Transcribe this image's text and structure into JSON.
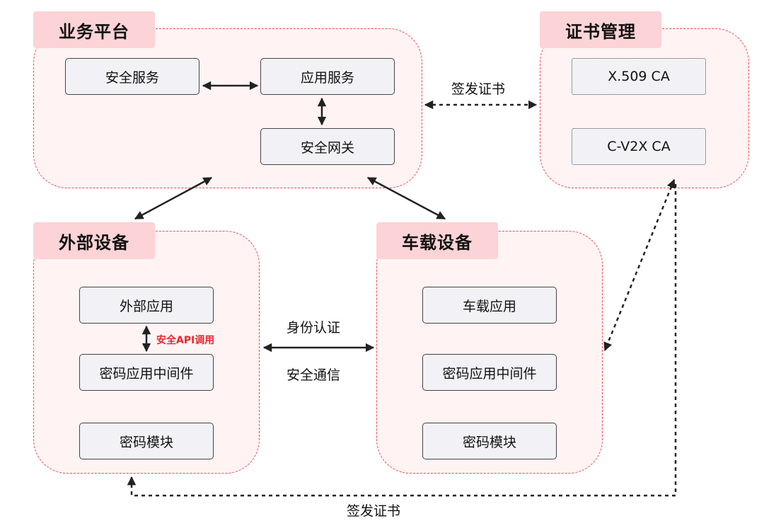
{
  "groups": {
    "business": {
      "title": "业务平台",
      "nodes": {
        "security_service": "安全服务",
        "app_service": "应用服务",
        "security_gateway": "安全网关"
      }
    },
    "cert": {
      "title": "证书管理",
      "nodes": {
        "x509": "X.509 CA",
        "cv2x": "C-V2X CA"
      }
    },
    "external": {
      "title": "外部设备",
      "nodes": {
        "ext_app": "外部应用",
        "crypto_middleware": "密码应用中间件",
        "crypto_module": "密码模块"
      }
    },
    "vehicle": {
      "title": "车载设备",
      "nodes": {
        "veh_app": "车载应用",
        "crypto_middleware": "密码应用中间件",
        "crypto_module": "密码模块"
      }
    }
  },
  "edges": {
    "issue_cert_top": "签发证书",
    "identity_auth": "身份认证",
    "secure_comm": "安全通信",
    "secure_api_call": "安全API调用",
    "issue_cert_bottom": "签发证书"
  }
}
